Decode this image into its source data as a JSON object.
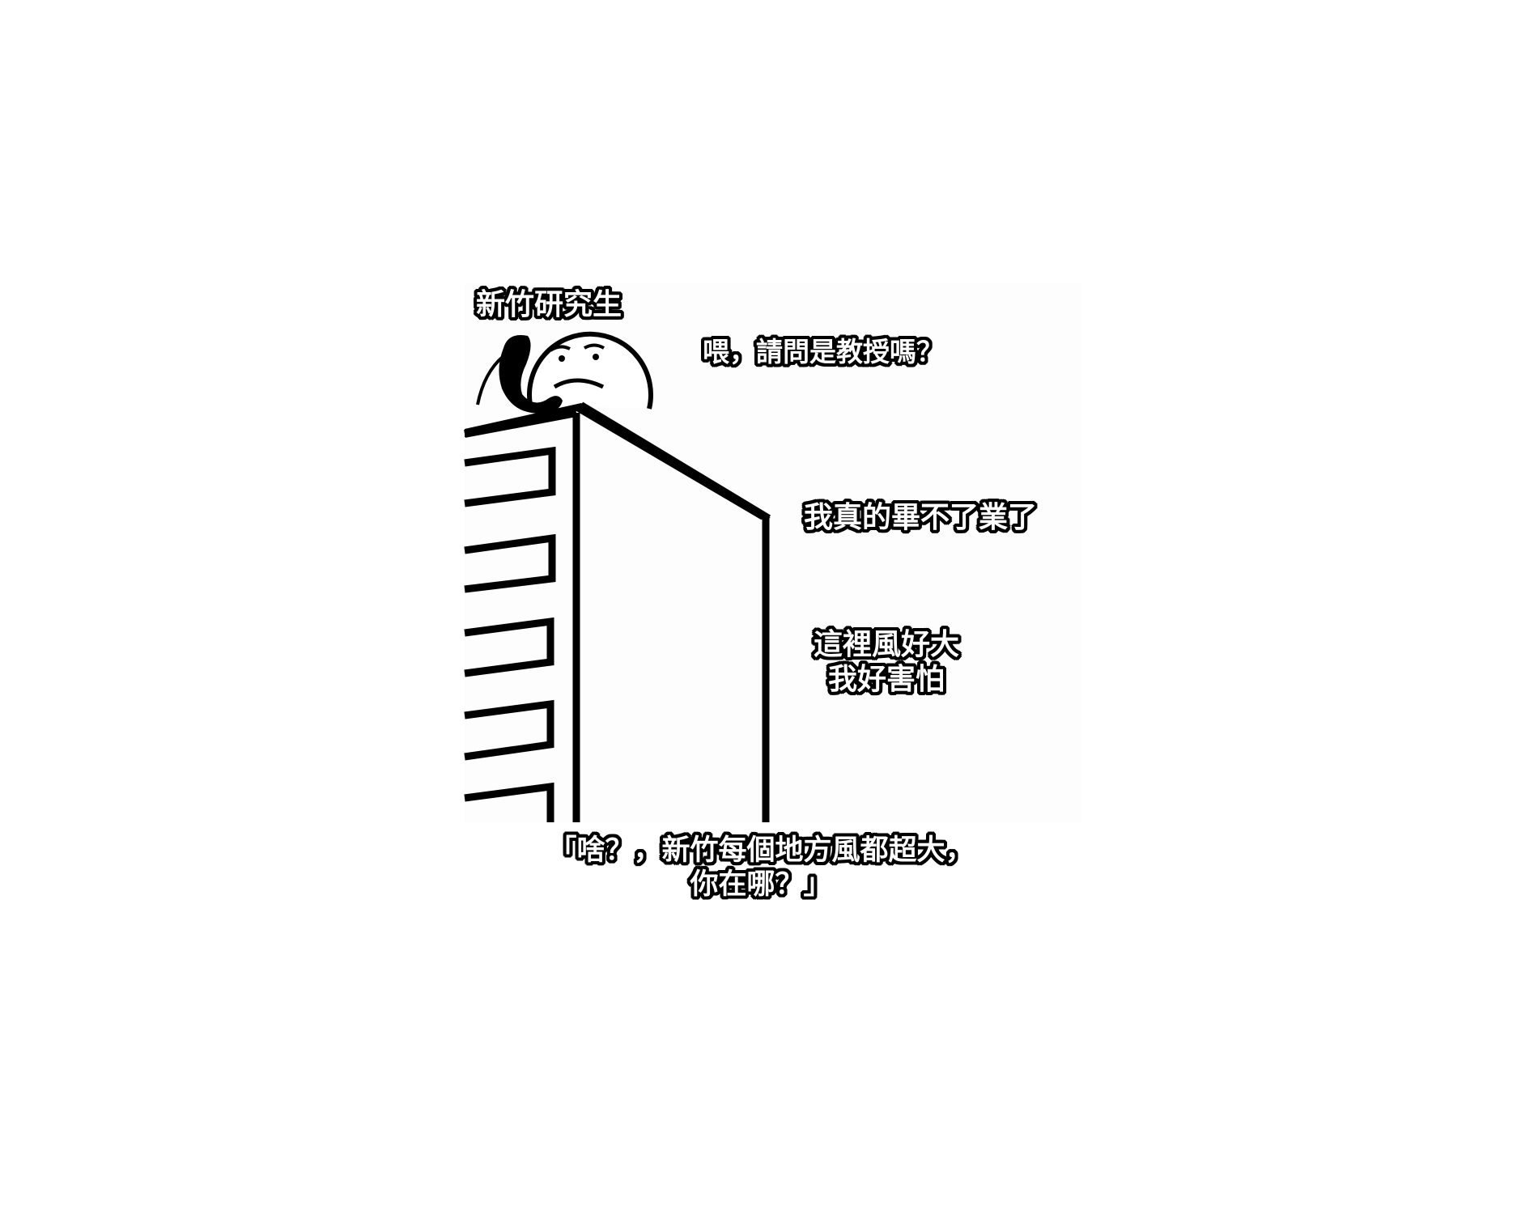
{
  "meme": {
    "title": "新竹研究生",
    "line1": "喂，請問是教授嗎？",
    "line2": "我真的畢不了業了",
    "line3_a": "這裡風好大",
    "line3_b": "我好害怕",
    "reply_a": "「啥？，新竹每個地方風都超大，",
    "reply_b": "你在哪？」"
  }
}
